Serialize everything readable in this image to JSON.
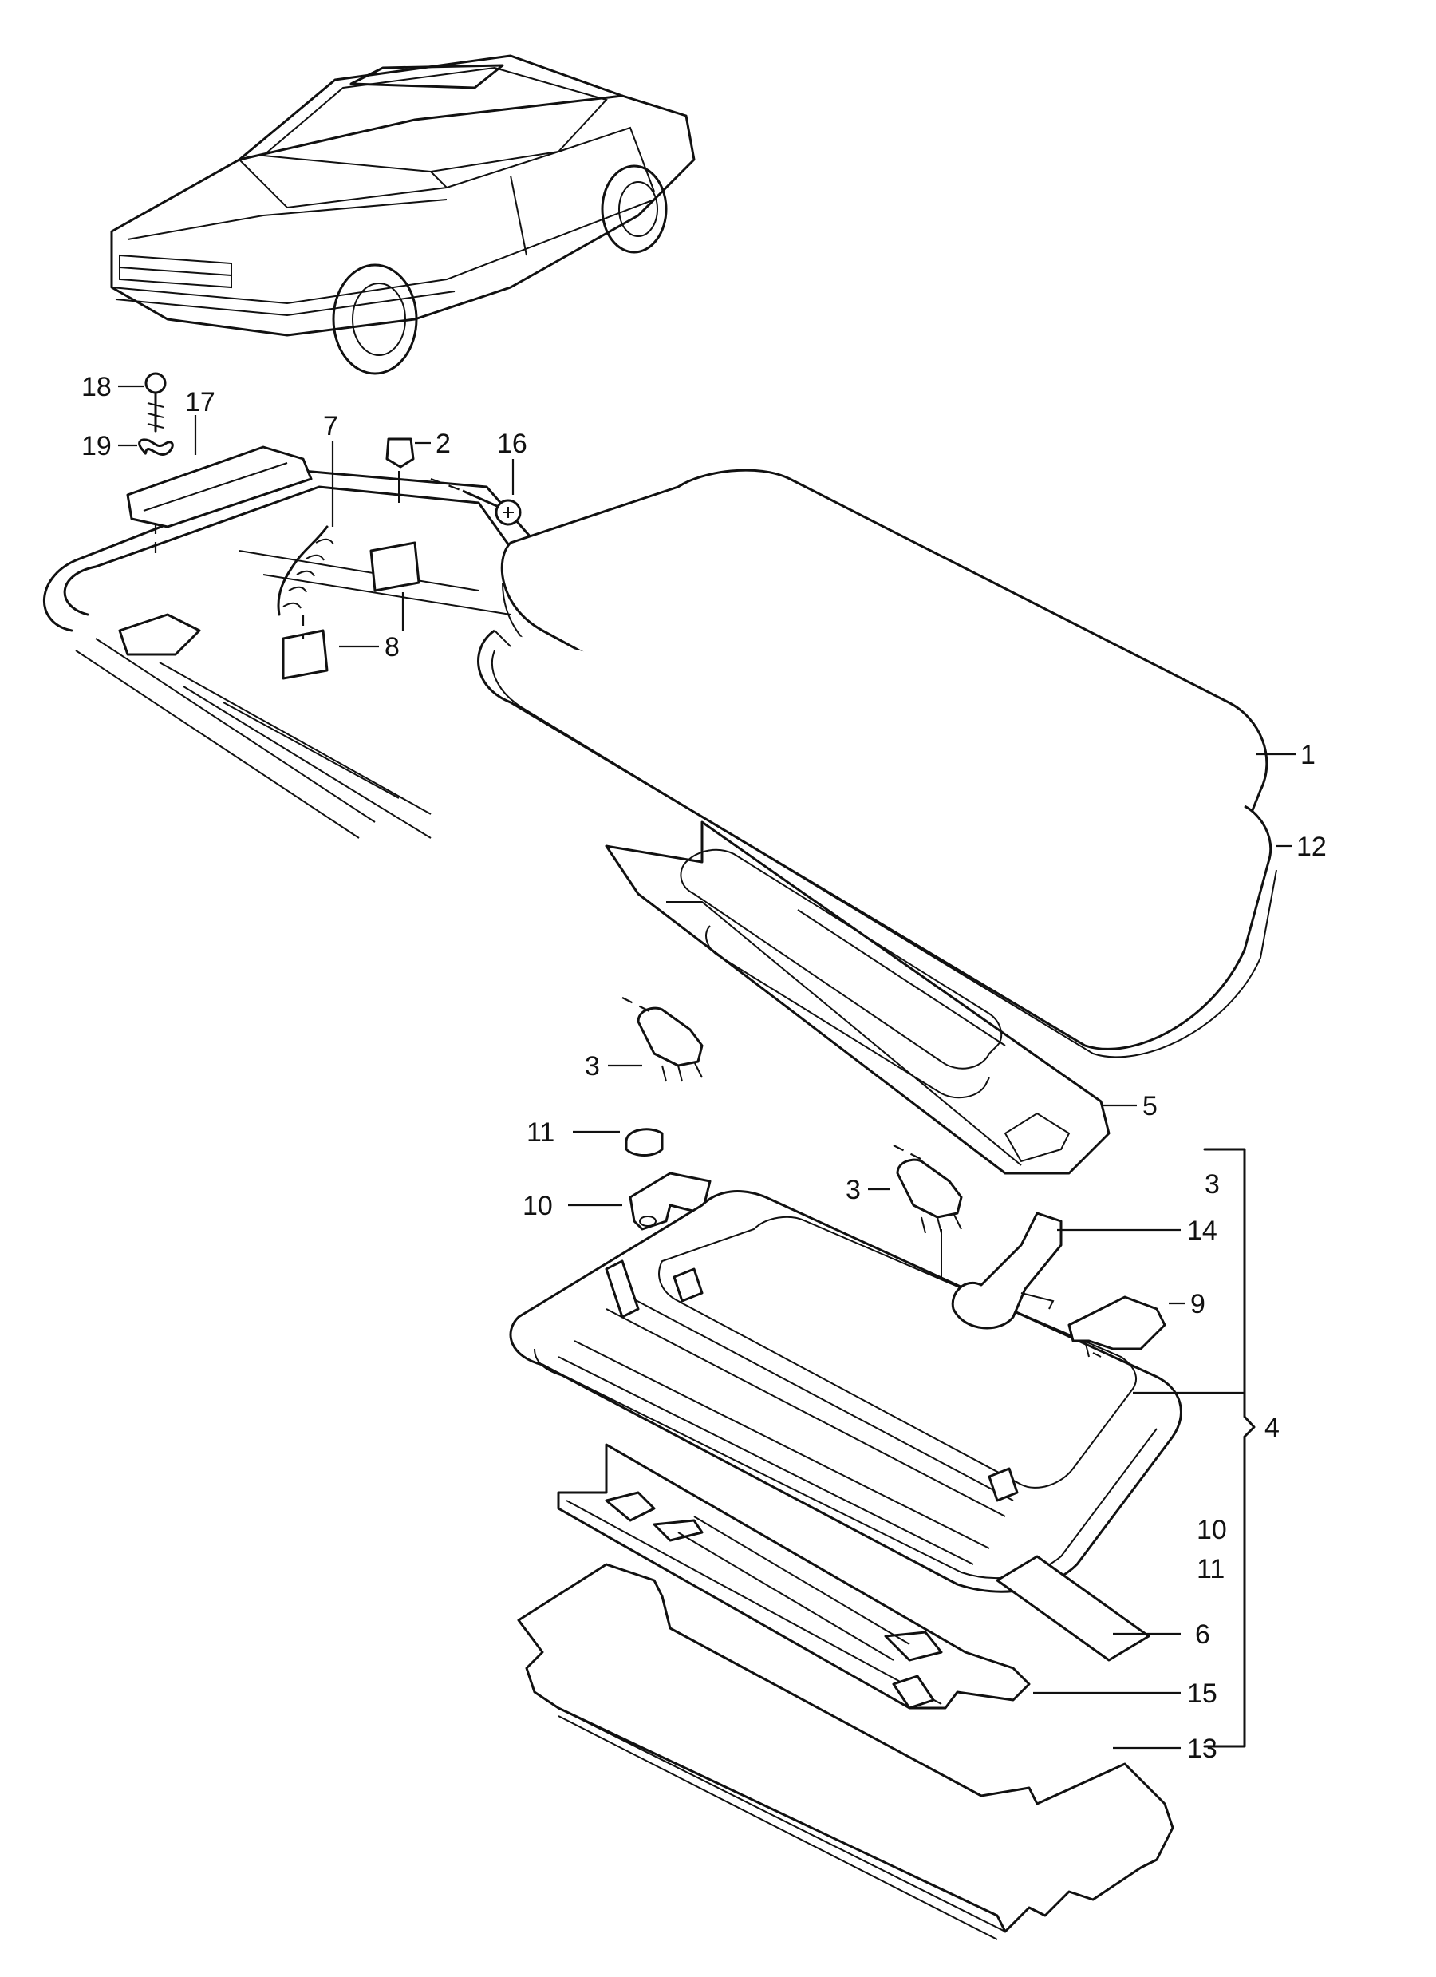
{
  "callouts": [
    {
      "id": "c18",
      "text": "18"
    },
    {
      "id": "c17",
      "text": "17"
    },
    {
      "id": "c19",
      "text": "19"
    },
    {
      "id": "c7",
      "text": "7"
    },
    {
      "id": "c2",
      "text": "2"
    },
    {
      "id": "c16",
      "text": "16"
    },
    {
      "id": "c8",
      "text": "8"
    },
    {
      "id": "c1",
      "text": "1"
    },
    {
      "id": "c12",
      "text": "12"
    },
    {
      "id": "c3a",
      "text": "3"
    },
    {
      "id": "c5",
      "text": "5"
    },
    {
      "id": "c11",
      "text": "11"
    },
    {
      "id": "c10",
      "text": "10"
    },
    {
      "id": "c3b",
      "text": "3"
    },
    {
      "id": "c14",
      "text": "14"
    },
    {
      "id": "c9",
      "text": "9"
    },
    {
      "id": "c6",
      "text": "6"
    },
    {
      "id": "c15",
      "text": "15"
    },
    {
      "id": "c13",
      "text": "13"
    }
  ],
  "group_bracket": {
    "label": "4",
    "contents": [
      "3",
      "14",
      "10",
      "11"
    ]
  }
}
